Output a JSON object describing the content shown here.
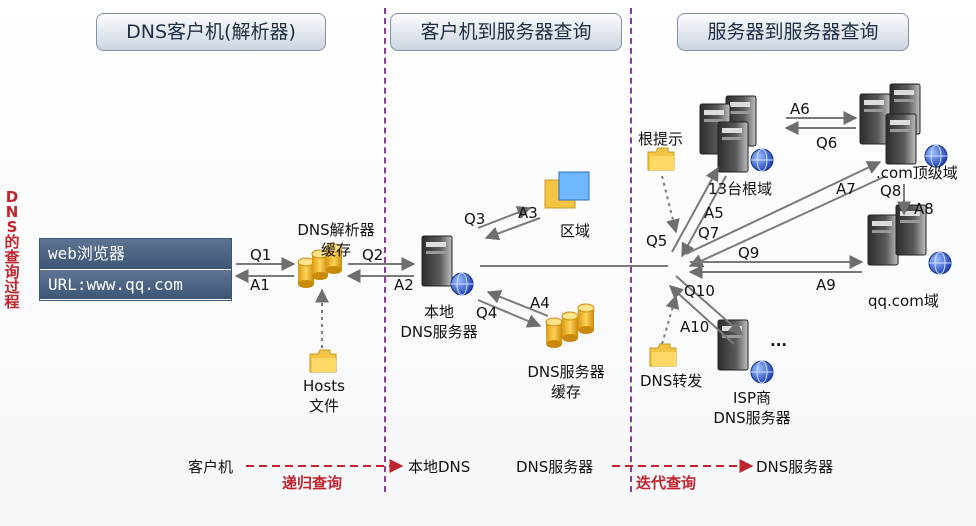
{
  "headers": {
    "client": "DNS客户机(解析器)",
    "client_to_server": "客户机到服务器查询",
    "server_to_server": "服务器到服务器查询"
  },
  "side_title": "DNS的查询过程",
  "browser": {
    "line1": "web浏览器",
    "line2": "URL:www.qq.com"
  },
  "nodes": {
    "resolver_cache": [
      "DNS解析器",
      "缓存"
    ],
    "hosts": [
      "Hosts",
      "文件"
    ],
    "local_dns": [
      "本地",
      "DNS服务器"
    ],
    "zone": "区域",
    "server_cache": [
      "DNS服务器",
      "缓存"
    ],
    "root_hint": "根提示",
    "root": "13台根域",
    "com": ".com顶级域",
    "qq": "qq.com域",
    "forwarder": "DNS转发",
    "isp": [
      "ISP商",
      "DNS服务器"
    ],
    "ellipsis": "···"
  },
  "arrows": {
    "q1": "Q1",
    "a1": "A1",
    "q2": "Q2",
    "a2": "A2",
    "q3": "Q3",
    "a3": "A3",
    "q4": "Q4",
    "a4": "A4",
    "q5": "Q5",
    "a5": "A5",
    "q6": "Q6",
    "a6": "A6",
    "q7": "Q7",
    "a7": "A7",
    "q8": "Q8",
    "a8": "A8",
    "q9": "Q9",
    "a9": "A9",
    "q10": "Q10",
    "a10": "A10"
  },
  "bottom": {
    "client": "客户机",
    "recursive": "递归查询",
    "local_dns": "本地DNS",
    "dns_server1": "DNS服务器",
    "iterative": "迭代查询",
    "dns_server2": "DNS服务器"
  },
  "colors": {
    "divider": "#8a3aa0",
    "red": "#c0252e",
    "arrow": "#7a7a7a",
    "header_text": "#1e2e44"
  }
}
